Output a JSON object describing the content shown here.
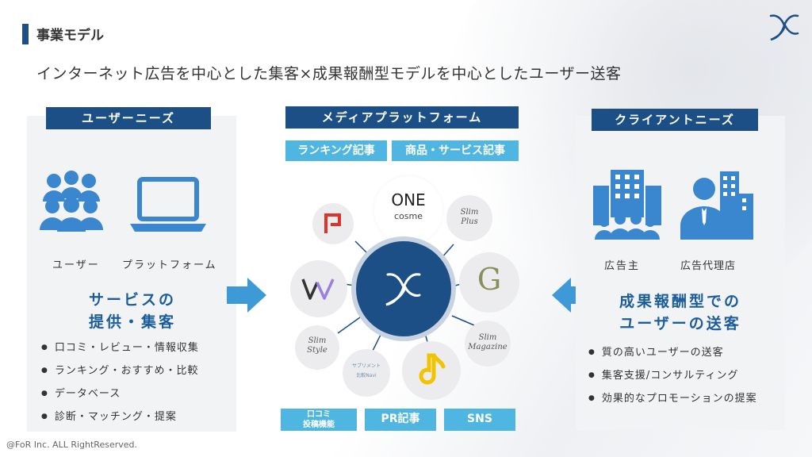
{
  "slide": {
    "title": "事業モデル",
    "headline": "インターネット広告を中心とした集客×成果報酬型モデルを中心としたユーザー送客",
    "footer": "@FoR Inc. ALL RightReserved."
  },
  "left": {
    "header": "ユーザーニーズ",
    "icon1_label": "ユーザー",
    "icon2_label": "プラットフォーム",
    "emphasis_line1": "サービスの",
    "emphasis_line2": "提供・集客",
    "bullets": [
      "口コミ・レビュー・情報収集",
      "ランキング・おすすめ・比較",
      "データベース",
      "診断・マッチング・提案"
    ]
  },
  "center": {
    "header": "メディアプラットフォーム",
    "tags_top": [
      "ランキング記事",
      "商品・サービス記事"
    ],
    "tags_bottom": [
      "口コミ\n投稿機能",
      "PR記事",
      "SNS"
    ],
    "nodes": {
      "one_cosme_line1": "ONE",
      "one_cosme_line2": "cosme",
      "slim_plus_line1": "Slim",
      "slim_plus_line2": "Plus",
      "slim_magazine_line1": "Slim",
      "slim_magazine_line2": "Magazine",
      "slim_style_line1": "Slim",
      "slim_style_line2": "Style",
      "supplement_line1": "サプリメント",
      "supplement_line2": "比較Navi"
    }
  },
  "right": {
    "header": "クライアントニーズ",
    "icon1_label": "広告主",
    "icon2_label": "広告代理店",
    "emphasis_line1": "成果報酬型での",
    "emphasis_line2": "ユーザーの送客",
    "bullets": [
      "質の高いユーザーの送客",
      "集客支援/コンサルティング",
      "効果的なプロモーションの提案"
    ]
  },
  "colors": {
    "navy": "#1b4f86",
    "sky": "#4fb6e2",
    "arrow": "#3d9ad6",
    "icon": "#3a87cf"
  }
}
